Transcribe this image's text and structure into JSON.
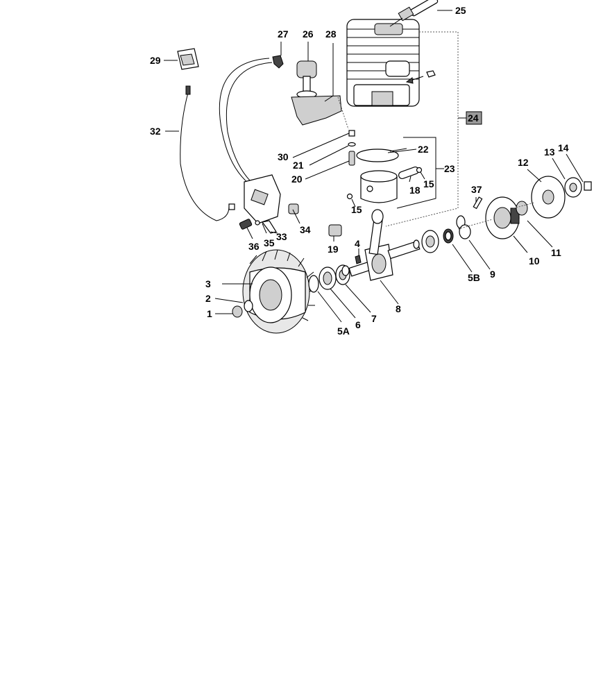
{
  "callouts": {
    "c1": "1",
    "c2": "2",
    "c3": "3",
    "c4": "4",
    "c5a": "5A",
    "c5b": "5B",
    "c6": "6",
    "c7": "7",
    "c8": "8",
    "c9": "9",
    "c10": "10",
    "c11": "11",
    "c12": "12",
    "c13": "13",
    "c14": "14",
    "c15a": "15",
    "c15b": "15",
    "c18": "18",
    "c19": "19",
    "c20": "20",
    "c21": "21",
    "c22": "22",
    "c23": "23",
    "c24": "24",
    "c25": "25",
    "c26": "26",
    "c27": "27",
    "c28": "28",
    "c29": "29",
    "c30": "30",
    "c32": "32",
    "c33": "33",
    "c34": "34",
    "c35": "35",
    "c36": "36",
    "c37": "37"
  }
}
